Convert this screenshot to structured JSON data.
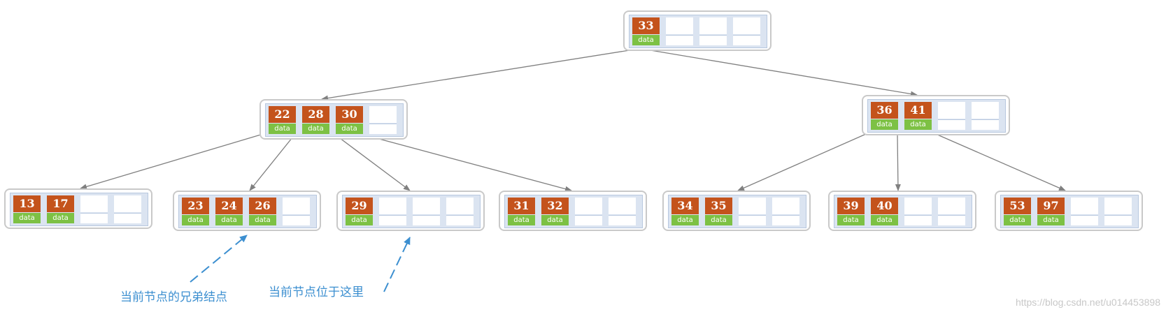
{
  "nodes": [
    {
      "id": "root",
      "keys": [
        "33"
      ]
    },
    {
      "id": "left",
      "keys": [
        "22",
        "28",
        "30"
      ]
    },
    {
      "id": "right",
      "keys": [
        "36",
        "41"
      ]
    },
    {
      "id": "leaf1",
      "keys": [
        "13",
        "17"
      ]
    },
    {
      "id": "leaf2",
      "keys": [
        "23",
        "24",
        "26"
      ]
    },
    {
      "id": "leaf3",
      "keys": [
        "29"
      ]
    },
    {
      "id": "leaf4",
      "keys": [
        "31",
        "32"
      ]
    },
    {
      "id": "leaf5",
      "keys": [
        "34",
        "35"
      ]
    },
    {
      "id": "leaf6",
      "keys": [
        "39",
        "40"
      ]
    },
    {
      "id": "leaf7",
      "keys": [
        "53",
        "97"
      ]
    }
  ],
  "data_label": "data",
  "edges": [
    [
      "root",
      "left"
    ],
    [
      "root",
      "right"
    ],
    [
      "left",
      "leaf1"
    ],
    [
      "left",
      "leaf2"
    ],
    [
      "left",
      "leaf3"
    ],
    [
      "left",
      "leaf4"
    ],
    [
      "right",
      "leaf5"
    ],
    [
      "right",
      "leaf6"
    ],
    [
      "right",
      "leaf7"
    ]
  ],
  "annotations": {
    "sibling": "当前节点的兄弟结点",
    "current": "当前节点位于这里"
  },
  "colors": {
    "key_fill": "#c4531c",
    "data_fill": "#7dc144",
    "node_border": "#c9c9c9",
    "annotation": "#3c8fd0"
  },
  "watermark": "https://blog.csdn.net/u014453898"
}
